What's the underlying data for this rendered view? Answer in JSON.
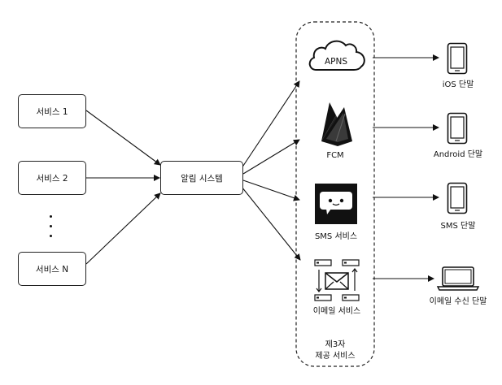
{
  "services": [
    {
      "label": "서비스 1"
    },
    {
      "label": "서비스 2"
    },
    {
      "label": "서비스 N"
    }
  ],
  "ellipsis": "⋮",
  "notification_system": {
    "label": "알림 시스템"
  },
  "third_party": {
    "line1": "제3자",
    "line2": "제공 서비스",
    "providers": [
      {
        "label": "APNS",
        "icon": "cloud-icon"
      },
      {
        "label": "FCM",
        "icon": "firebase-icon"
      },
      {
        "label": "SMS 서비스",
        "icon": "sms-chat-icon"
      },
      {
        "label": "이메일 서비스",
        "icon": "email-server-icon"
      }
    ]
  },
  "devices": [
    {
      "label": "iOS 단말",
      "icon": "phone-icon"
    },
    {
      "label": "Android 단말",
      "icon": "phone-icon"
    },
    {
      "label": "SMS 단말",
      "icon": "phone-icon"
    },
    {
      "label": "이메일 수신 단말",
      "icon": "laptop-icon"
    }
  ]
}
